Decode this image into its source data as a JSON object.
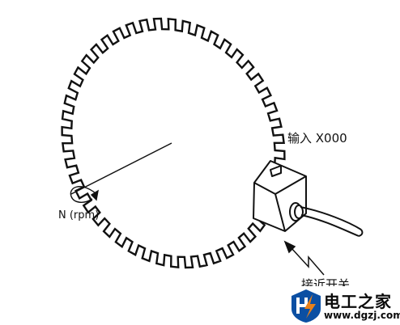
{
  "labels": {
    "input": "输入 X000",
    "speed": "N (rpm)",
    "sensor_caption": "接近开关"
  },
  "watermark": {
    "name": "电工之家",
    "url": "www.dgzj.com",
    "logo_colors": [
      "#0b4fa3",
      "#e8811a"
    ]
  },
  "colors": {
    "line": "#111111",
    "background": "#ffffff"
  },
  "icons": [
    "gear-wheel",
    "proximity-switch",
    "rotation-arrow",
    "signal-lightning-arrow",
    "site-logo"
  ]
}
